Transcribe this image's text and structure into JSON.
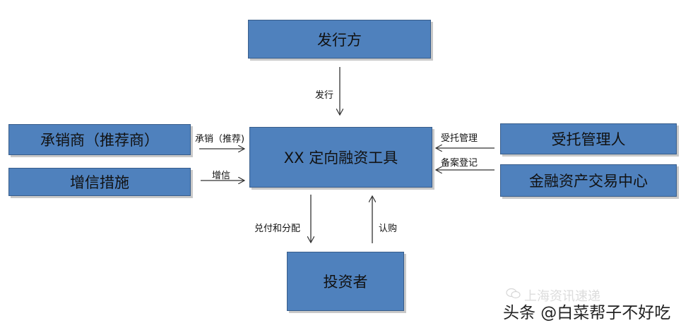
{
  "nodes": {
    "issuer": "发行方",
    "instrument": "XX 定向融资工具",
    "underwriter": "承销商（推荐商）",
    "credit_enhancement": "增信措施",
    "trustee": "受托管理人",
    "exchange_center": "金融资产交易中心",
    "investor": "投资者"
  },
  "edges": {
    "issue": "发行",
    "underwrite": "承销（推荐)",
    "enhance": "增信",
    "trust_management": "受托管理",
    "filing_registration": "备案登记",
    "payment_distribution": "兑付和分配",
    "subscription": "认购"
  },
  "watermark": {
    "source": "上海资讯速递",
    "author": "头条 @白菜帮子不好吃"
  },
  "colors": {
    "box_fill": "#4f81bd",
    "box_border": "#385d8a",
    "box_shadow": "#c9c9c9",
    "arrow": "#333333"
  }
}
